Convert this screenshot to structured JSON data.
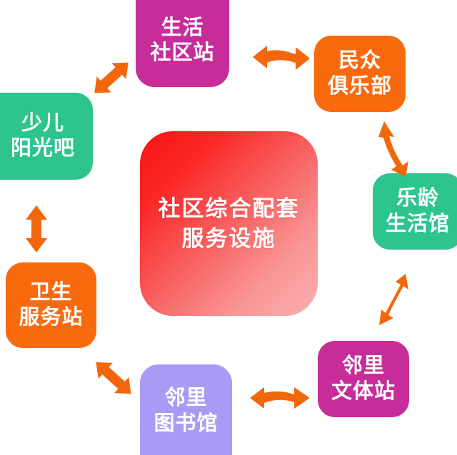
{
  "diagram": {
    "title": "社区综合配套服务设施",
    "layout": "radial-hub-and-spoke",
    "background_color": "#FFFFFF",
    "arrow_color": "#F2660C",
    "center": {
      "id": "center",
      "name": "社区综合配套服务设施",
      "line1": "社区综合配套",
      "line2": "服务设施",
      "gradient_from": "#FA1E1E",
      "gradient_to": "#F9ACAC",
      "text_color": "#FFFFFF"
    },
    "nodes": [
      {
        "id": "shenghuo-shequzhan",
        "name": "生活社区站",
        "line1": "生活",
        "line2": "社区站",
        "color": "#C62D99",
        "text_color": "#FFFFFF",
        "position": "top"
      },
      {
        "id": "minzhong-julebu",
        "name": "民众俱乐部",
        "line1": "民众",
        "line2": "俱乐部",
        "color": "#F96A0F",
        "text_color": "#FFFFFF",
        "position": "top-right"
      },
      {
        "id": "leling-shenghuoguan",
        "name": "乐龄生活馆",
        "line1": "乐龄",
        "line2": "生活馆",
        "color": "#2DC48E",
        "text_color": "#FFFFFF",
        "position": "right"
      },
      {
        "id": "linli-wentizhan",
        "name": "邻里文体站",
        "line1": "邻里",
        "line2": "文体站",
        "color": "#C62D99",
        "text_color": "#FFFFFF",
        "position": "bottom-right"
      },
      {
        "id": "linli-tushuguan",
        "name": "邻里图书馆",
        "line1": "邻里",
        "line2": "图书馆",
        "color": "#A99BF5",
        "text_color": "#FFFFFF",
        "position": "bottom"
      },
      {
        "id": "weisheng-fuwuzhan",
        "name": "卫生服务站",
        "line1": "卫生",
        "line2": "服务站",
        "color": "#F96A0F",
        "text_color": "#FFFFFF",
        "position": "bottom-left"
      },
      {
        "id": "shaoer-yangguangba",
        "name": "少儿阳光吧",
        "line1": "少儿",
        "line2": "阳光吧",
        "color": "#2DC48E",
        "text_color": "#FFFFFF",
        "position": "left"
      }
    ],
    "connectors": [
      {
        "id": "conn-shaoer-shenghuo",
        "from": "少儿阳光吧",
        "to": "生活社区站",
        "style": "double-headed",
        "orientation": "diagonal-up-right"
      },
      {
        "id": "conn-shenghuo-minzhong",
        "from": "生活社区站",
        "to": "民众俱乐部",
        "style": "double-headed",
        "orientation": "horizontal"
      },
      {
        "id": "conn-minzhong-leling",
        "from": "民众俱乐部",
        "to": "乐龄生活馆",
        "style": "double-headed",
        "orientation": "vertical-tilt"
      },
      {
        "id": "conn-leling-wenti",
        "from": "乐龄生活馆",
        "to": "邻里文体站",
        "style": "double-headed",
        "orientation": "vertical-tilt"
      },
      {
        "id": "conn-wenti-tushuguan",
        "from": "邻里文体站",
        "to": "邻里图书馆",
        "style": "double-headed",
        "orientation": "horizontal"
      },
      {
        "id": "conn-tushuguan-weisheng",
        "from": "邻里图书馆",
        "to": "卫生服务站",
        "style": "double-headed",
        "orientation": "diagonal-up-left"
      },
      {
        "id": "conn-weisheng-shaoer",
        "from": "卫生服务站",
        "to": "少儿阳光吧",
        "style": "double-headed",
        "orientation": "vertical"
      }
    ]
  }
}
